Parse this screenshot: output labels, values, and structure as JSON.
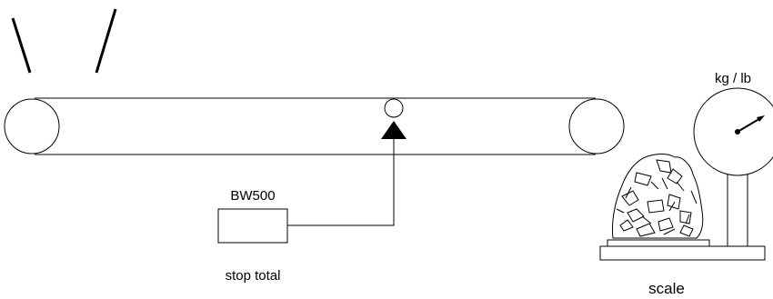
{
  "labels": {
    "unit": "kg / lb",
    "device": "BW500",
    "action": "stop total",
    "scale": "scale"
  },
  "colors": {
    "stroke": "#000000",
    "background": "#ffffff"
  },
  "icons": {
    "chute": "feed-chute-icon",
    "roller": "belt-roller-icon",
    "sensor": "speed-sensor-icon",
    "pivot": "pivot-triangle-icon",
    "material": "material-pile-icon",
    "dial": "scale-dial-icon",
    "needle": "dial-needle-icon"
  }
}
